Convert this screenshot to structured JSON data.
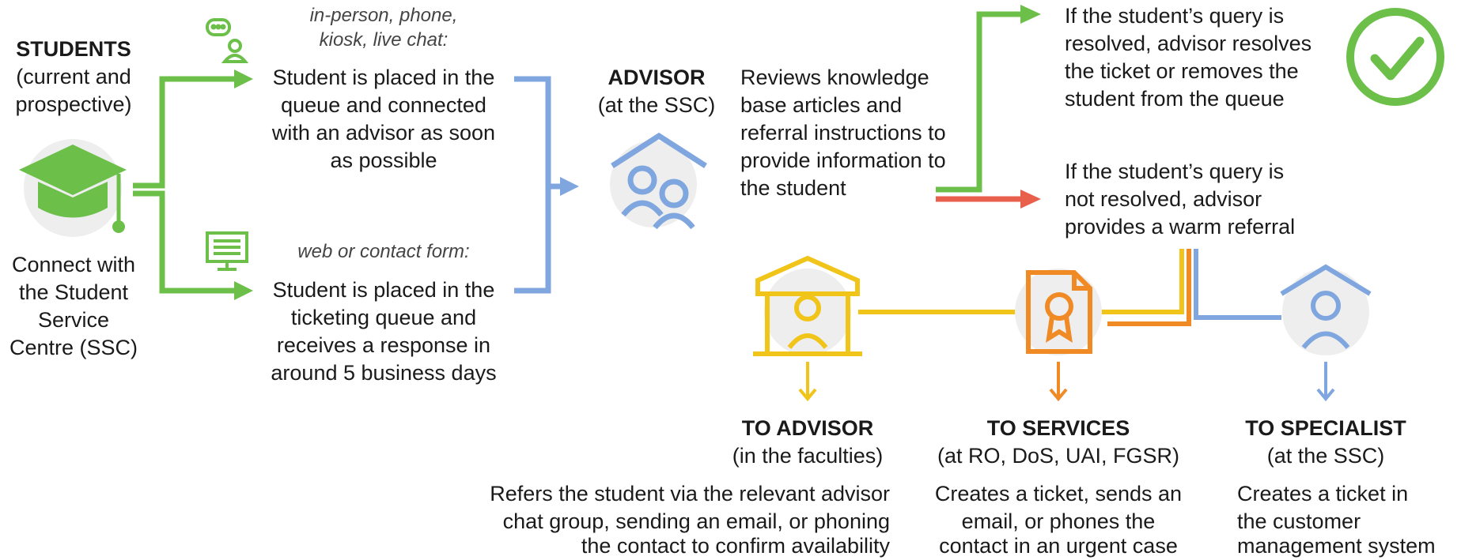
{
  "students": {
    "title": "STUDENTS",
    "subtitle_1": "(current and",
    "subtitle_2": "prospective)",
    "connect_1": "Connect with",
    "connect_2": "the Student",
    "connect_3": "Service",
    "connect_4": "Centre (SSC)"
  },
  "channel_live": {
    "caption_1": "in-person, phone,",
    "caption_2": "kiosk, live chat:",
    "text_1": "Student is placed in the",
    "text_2": "queue and connected",
    "text_3": "with an advisor as soon",
    "text_4": "as possible"
  },
  "channel_web": {
    "caption": "web or contact form:",
    "text_1": "Student is placed in the",
    "text_2": "ticketing queue and",
    "text_3": "receives a response in",
    "text_4": "around 5 business days"
  },
  "advisor": {
    "title": "ADVISOR",
    "subtitle": "(at the SSC)",
    "text_1": "Reviews knowledge",
    "text_2": "base articles and",
    "text_3": "referral instructions to",
    "text_4": "provide information to",
    "text_5": "the student"
  },
  "resolved": {
    "text_1": "If the student’s query is",
    "text_2": "resolved, advisor resolves",
    "text_3": "the ticket or removes the",
    "text_4": "student from the queue"
  },
  "not_resolved": {
    "text_1": "If the student’s query is",
    "text_2": "not resolved, advisor",
    "text_3": "provides a warm referral"
  },
  "to_advisor": {
    "title": "TO ADVISOR",
    "subtitle": "(in the faculties)",
    "text_1": "Refers the student via the relevant advisor",
    "text_2": "chat group, sending an email, or phoning",
    "text_3": "the contact to confirm availability"
  },
  "to_services": {
    "title": "TO SERVICES",
    "subtitle": "(at RO, DoS, UAI, FGSR)",
    "text_1": "Creates a ticket, sends an",
    "text_2": "email, or phones the",
    "text_3": "contact in an urgent case"
  },
  "to_specialist": {
    "title": "TO SPECIALIST",
    "subtitle": "(at the SSC)",
    "text_1": "Creates a ticket in",
    "text_2": "the customer",
    "text_3": "management system"
  },
  "colors": {
    "green": "#6cc04a",
    "blue": "#7fa6de",
    "orange": "#f08a24",
    "yellow": "#f0c419",
    "red": "#e8604c",
    "gray_bg": "#eeeeee"
  },
  "icons": {
    "students": "graduation-cap-icon",
    "live_chat": "chat-person-icon",
    "web_form": "monitor-form-icon",
    "advisor": "house-people-icon",
    "resolved": "checkmark-circle-icon",
    "to_advisor": "building-person-icon",
    "to_services": "certificate-document-icon",
    "to_specialist": "house-person-icon"
  }
}
